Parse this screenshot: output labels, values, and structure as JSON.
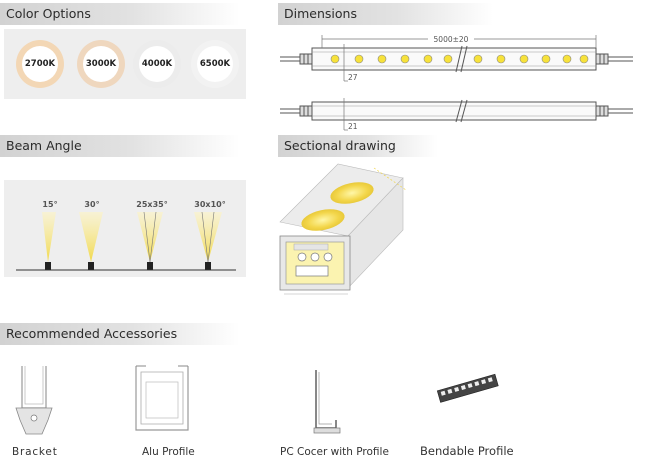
{
  "sections": {
    "color_options": "Color Options",
    "dimensions": "Dimensions",
    "beam_angle": "Beam Angle",
    "sectional_drawing": "Sectional drawing",
    "accessories": "Recommended Accessories"
  },
  "color_options": [
    {
      "label": "2700K",
      "color": "#f3d7b5"
    },
    {
      "label": "3000K",
      "color": "#efd7be"
    },
    {
      "label": "4000K",
      "color": "#ececec"
    },
    {
      "label": "6500K",
      "color": "#f2f2f2"
    }
  ],
  "dimensions": {
    "length": "5000±20",
    "height_top": "27",
    "height_bottom": "21"
  },
  "beam_angles": [
    "15°",
    "30°",
    "25x35°",
    "30x10°"
  ],
  "accessories": [
    "Bracket",
    "Alu Profile",
    "PC Cocer with Profile",
    "Bendable Profile"
  ],
  "colors": {
    "led_yellow": "#f7e23b",
    "beam_yellow": "#f6e27a",
    "panel_gray": "#eeeeee"
  }
}
